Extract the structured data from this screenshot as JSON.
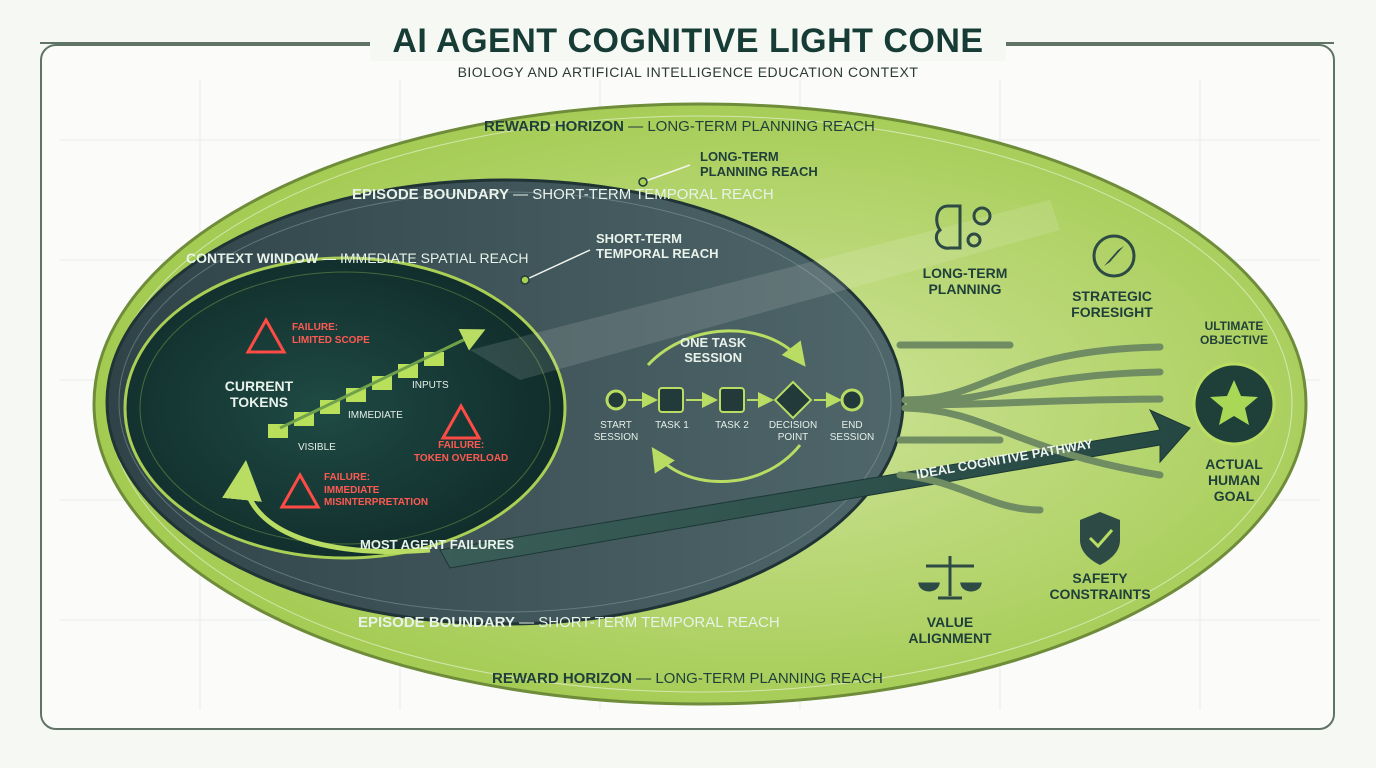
{
  "header": {
    "title": "AI AGENT COGNITIVE LIGHT CONE",
    "subtitle": "BIOLOGY AND ARTIFICIAL INTELLIGENCE EDUCATION CONTEXT"
  },
  "rings": {
    "reward_top": {
      "bold": "REWARD HORIZON",
      "rest": " — LONG-TERM PLANNING REACH"
    },
    "reward_bottom": {
      "bold": "REWARD HORIZON",
      "rest": " — LONG-TERM PLANNING REACH"
    },
    "episode_top": {
      "bold": "EPISODE BOUNDARY",
      "rest": " — SHORT-TERM TEMPORAL REACH"
    },
    "episode_bottom": {
      "bold": "EPISODE BOUNDARY",
      "rest": " — SHORT-TERM TEMPORAL REACH"
    },
    "context": {
      "bold": "CONTEXT WINDOW",
      "rest": " — IMMEDIATE SPATIAL REACH"
    }
  },
  "callouts": {
    "long_term": "LONG-TERM\nPLANNING REACH",
    "short_term": "SHORT-TERM\nTEMPORAL REACH"
  },
  "context": {
    "current_tokens": "CURRENT\nTOKENS",
    "token_labels": [
      "VISIBLE",
      "IMMEDIATE",
      "INPUTS"
    ],
    "failures": [
      {
        "title": "FAILURE:",
        "text": "LIMITED SCOPE"
      },
      {
        "title": "FAILURE:",
        "text": "TOKEN OVERLOAD"
      },
      {
        "title": "FAILURE:",
        "text": "IMMEDIATE\nMISINTERPRETATION"
      }
    ],
    "most_failures": "MOST AGENT FAILURES"
  },
  "session": {
    "title": "ONE TASK\nSESSION",
    "steps": [
      "START\nSESSION",
      "TASK 1",
      "TASK 2",
      "DECISION\nPOINT",
      "END\nSESSION"
    ]
  },
  "outer": {
    "long_term_planning": "LONG-TERM\nPLANNING",
    "strategic_foresight": "STRATEGIC\nFORESIGHT",
    "ultimate_objective": "ULTIMATE\nOBJECTIVE",
    "actual_goal": "ACTUAL\nHUMAN\nGOAL",
    "value_alignment": "VALUE\nALIGNMENT",
    "safety_constraints": "SAFETY\nCONSTRAINTS",
    "ideal_pathway": "IDEAL COGNITIVE PATHWAY"
  },
  "icons": [
    "brain-gear-icon",
    "compass-icon",
    "star-icon",
    "scale-icon",
    "shield-check-icon",
    "warning-icon"
  ],
  "colors": {
    "lime": "#a9cf55",
    "dark_teal": "#1d3a36",
    "navy": "#34474e",
    "failure_red": "#ff4b45"
  }
}
